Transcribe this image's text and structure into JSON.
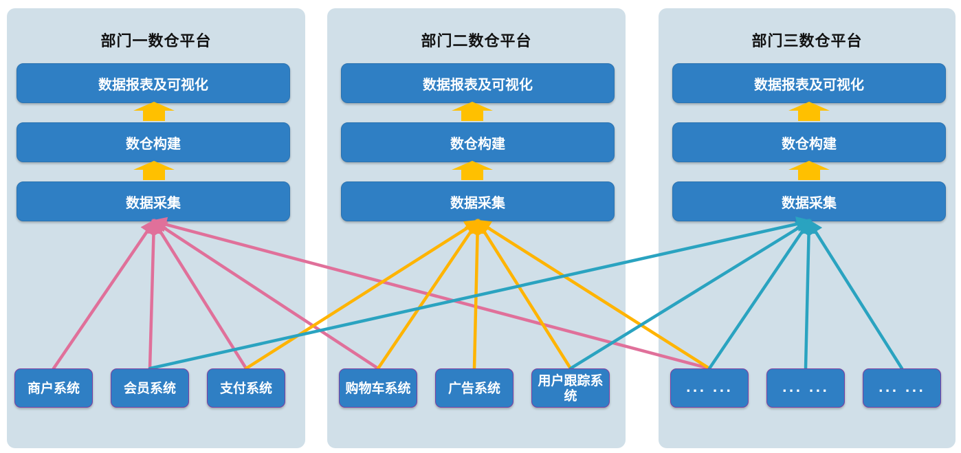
{
  "panels": [
    {
      "title": "部门一数仓平台",
      "layers": [
        "数据报表及可视化",
        "数仓构建",
        "数据采集"
      ]
    },
    {
      "title": "部门二数仓平台",
      "layers": [
        "数据报表及可视化",
        "数仓构建",
        "数据采集"
      ]
    },
    {
      "title": "部门三数仓平台",
      "layers": [
        "数据报表及可视化",
        "数仓构建",
        "数据采集"
      ]
    }
  ],
  "sources": [
    "商户系统",
    "会员系统",
    "支付系统",
    "购物车系统",
    "广告系统",
    "用户跟踪系统",
    "... ...",
    "... ...",
    "... ..."
  ],
  "colors": {
    "panel_bg": "#d0dfe8",
    "box_blue": "#2f7fc4",
    "arrow_up": "#ffc000",
    "link_dept1": "#e0709a",
    "link_dept2": "#ffb400",
    "link_dept3": "#2aa3c0"
  },
  "links": [
    {
      "dept": 0,
      "from": [
        0,
        1,
        2,
        3,
        6
      ]
    },
    {
      "dept": 1,
      "from": [
        2,
        3,
        4,
        5,
        6
      ]
    },
    {
      "dept": 2,
      "from": [
        1,
        5,
        6,
        7,
        8
      ]
    }
  ]
}
